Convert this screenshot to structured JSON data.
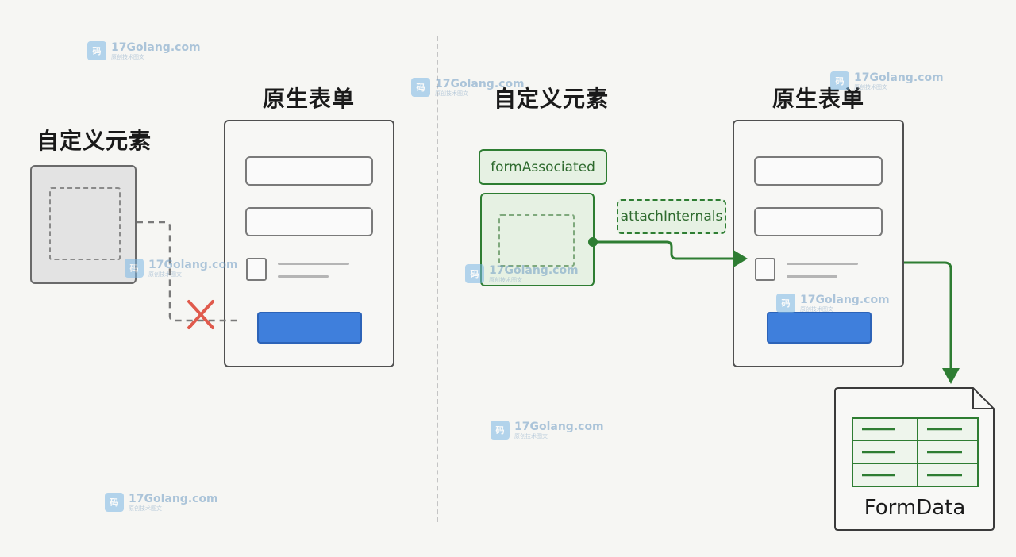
{
  "left_panel": {
    "custom_element_title": "自定义元素",
    "native_form_title": "原生表单"
  },
  "right_panel": {
    "custom_element_title": "自定义元素",
    "native_form_title": "原生表单",
    "form_associated_label": "formAssociated",
    "attach_internals_label": "attachInternals",
    "formdata_label": "FormData"
  },
  "watermark": {
    "text": "17Golang.com",
    "subtext": "原创技术图文"
  },
  "colors": {
    "accent_green": "#2e7d32",
    "submit_blue": "#3f7fdc",
    "error_red": "#e05a4c"
  }
}
